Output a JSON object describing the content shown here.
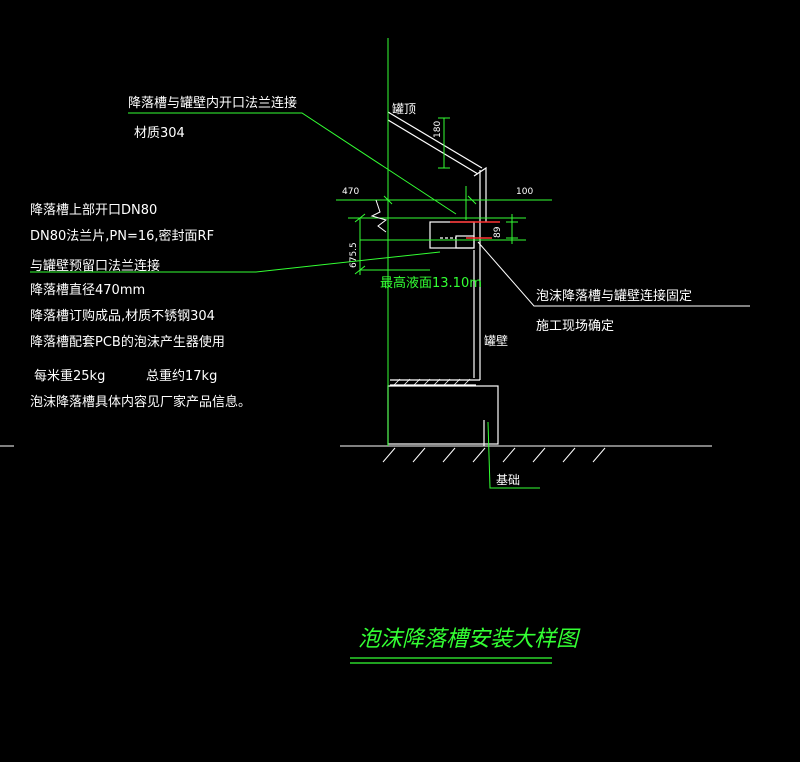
{
  "title": "泡沫降落槽安装大样图",
  "notes": {
    "top_label_line1": "降落槽与罐壁内开口法兰连接",
    "top_label_line2": "材质304",
    "left_lines": [
      "降落槽上部开口DN80",
      "DN80法兰片,PN=16,密封面RF",
      "与罐壁预留口法兰连接",
      "降落槽直径470mm",
      "降落槽订购成品,材质不锈钢304",
      "降落槽配套PCB的泡沫产生器使用",
      "每米重25kg",
      "总重约17kg",
      "泡沫降落槽具体内容见厂家产品信息。"
    ],
    "right_line1": "泡沫降落槽与罐壁连接固定",
    "right_line2": "施工现场确定"
  },
  "labels": {
    "tank_top": "罐顶",
    "tank_wall": "罐壁",
    "foundation": "基础",
    "elevation": "最高液面13.10m"
  },
  "dims": {
    "d180": "180",
    "d470": "470",
    "d100": "100",
    "d89": "89",
    "d6755": "675.5"
  }
}
